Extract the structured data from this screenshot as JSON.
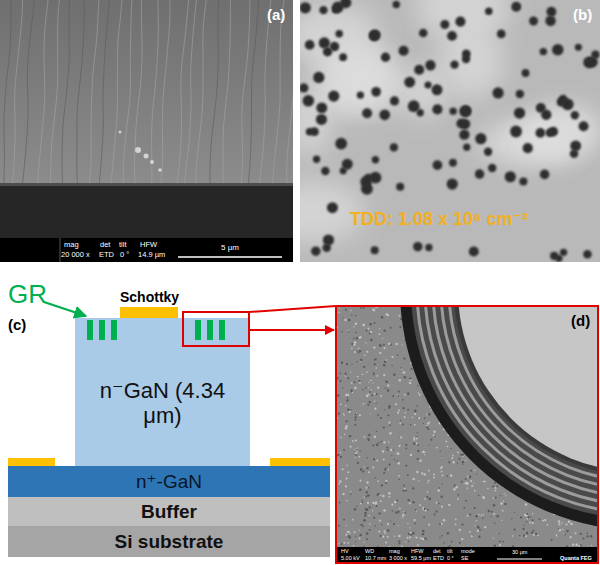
{
  "diagram": {
    "nodes": [
      {
        "text": [
          "n⁻GaN (4.34 μm)"
        ]
      },
      {
        "text": [
          "n⁺-GaN"
        ]
      },
      {
        "text": [
          "Buffer"
        ]
      },
      {
        "text": [
          "Si substrate"
        ]
      }
    ],
    "labels": [
      "(a)",
      "(b)",
      "(c)",
      "(d)",
      "TDD: 1.08 x 10⁸ cm⁻²",
      "GR",
      "Schottky",
      "mag",
      "det",
      "tilt",
      "HFW",
      "20 000 x",
      "ETD",
      "0 °",
      "14.9 µm",
      "5 µm",
      "HV",
      "WD",
      "mag",
      "HFW",
      "det",
      "tilt",
      "mode",
      "5.00 kV",
      "10.7 mm",
      "3 000 x",
      "59.5 µm",
      "ETD",
      "0 °",
      "SE",
      "30 µm",
      "Quanta FEG"
    ]
  }
}
